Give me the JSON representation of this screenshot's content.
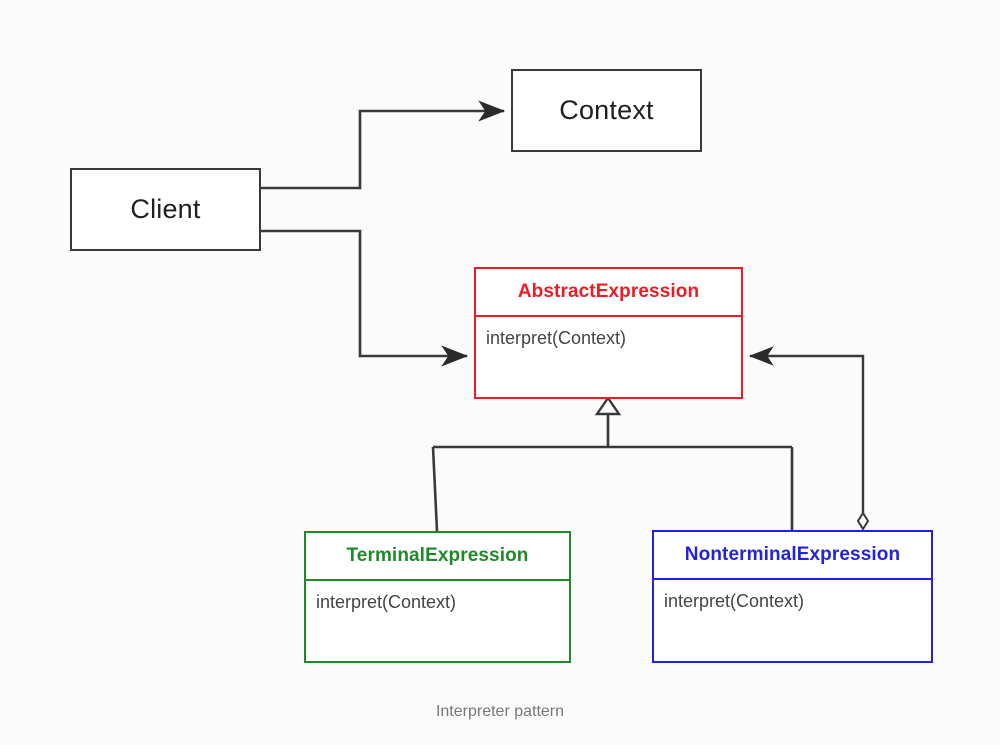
{
  "diagram": {
    "caption": "Interpreter pattern",
    "colors": {
      "background": "#fbfbfb",
      "default_stroke": "#3a3a3a",
      "abstract_expression": "#ed1c24",
      "terminal_expression": "#1e8a28",
      "nonterminal_expression": "#2222e0",
      "member_text": "#444444",
      "caption_text": "#777777"
    },
    "nodes": {
      "client": {
        "title": "Client",
        "kind": "plain-box"
      },
      "context": {
        "title": "Context",
        "kind": "plain-box"
      },
      "abstract_expression": {
        "title": "AbstractExpression",
        "kind": "uml-class",
        "members": [
          "interpret(Context)"
        ]
      },
      "terminal_expression": {
        "title": "TerminalExpression",
        "kind": "uml-class",
        "members": [
          "interpret(Context)"
        ]
      },
      "nonterminal_expression": {
        "title": "NonterminalExpression",
        "kind": "uml-class",
        "members": [
          "interpret(Context)"
        ]
      }
    },
    "edges": [
      {
        "id": "client-to-context",
        "from": "client",
        "to": "context",
        "type": "association",
        "arrow": "open-arrow",
        "routing": "orthogonal"
      },
      {
        "id": "client-to-abstract",
        "from": "client",
        "to": "abstract_expression",
        "type": "association",
        "arrow": "open-arrow",
        "routing": "orthogonal"
      },
      {
        "id": "terminal-to-abstract",
        "from": "terminal_expression",
        "to": "abstract_expression",
        "type": "generalization",
        "arrow": "hollow-triangle",
        "routing": "orthogonal-tree"
      },
      {
        "id": "nonterminal-to-abstract",
        "from": "nonterminal_expression",
        "to": "abstract_expression",
        "type": "generalization",
        "arrow": "hollow-triangle",
        "routing": "orthogonal-tree"
      },
      {
        "id": "nonterminal-aggregates-abstract",
        "from": "nonterminal_expression",
        "to": "abstract_expression",
        "type": "aggregation",
        "arrow": "open-arrow",
        "source_decoration": "hollow-diamond",
        "routing": "orthogonal"
      }
    ]
  }
}
